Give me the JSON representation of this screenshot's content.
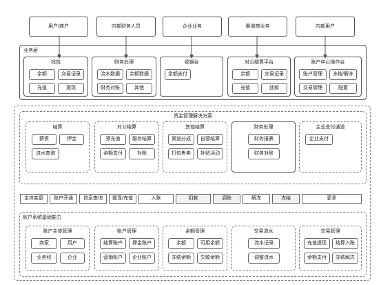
{
  "top_entities": [
    "用户/商户",
    "内部财务人员",
    "企业业务",
    "渠道商业务",
    "内部用户"
  ],
  "business_layer": {
    "label": "业务层",
    "groups": [
      {
        "title": "钱包",
        "items": [
          "余额",
          "交易记录",
          "充值",
          "提现"
        ]
      },
      {
        "title": "财务处理",
        "items": [
          "流水数据",
          "余额数据",
          "财务对账",
          "其他"
        ]
      },
      {
        "title": "收银台",
        "items": [
          "余额支付"
        ]
      },
      {
        "title": "对公结算平台",
        "items": [
          "余额",
          "交易记录",
          "充值",
          "还款"
        ]
      },
      {
        "title": "账户中心操作台",
        "items": [
          "账户管理",
          "冻结/解冻",
          "交易管理",
          "配置"
        ]
      }
    ]
  },
  "solution": {
    "title": "资金管理解决方案",
    "groups": [
      {
        "title": "结算",
        "items": [
          "薪资",
          "押金",
          "流水查询"
        ]
      },
      {
        "title": "对公结算",
        "items": [
          "预充值",
          "服务结算",
          "余额支付",
          "对账"
        ]
      },
      {
        "title": "其他结算",
        "items": [
          "渠道分成",
          "自营结算",
          "打包售卖",
          "补贴活动"
        ]
      },
      {
        "title": "财务处理",
        "items": [
          "财务报表",
          "财务对账"
        ]
      },
      {
        "title": "企业支付通道",
        "items": [
          "企业支付"
        ]
      }
    ]
  },
  "action_bar": [
    "主体变更",
    "账户开通",
    "信息查询",
    "提现/充值",
    "入账",
    "扣款",
    "调账",
    "解冻",
    "冻结",
    "更多"
  ],
  "base_capability": {
    "label": "账户系统基础能力",
    "groups": [
      {
        "title": "账户主体管理",
        "items": [
          "商家",
          "用户",
          "业务线",
          "企业"
        ]
      },
      {
        "title": "账户管理",
        "items": [
          "结算账户",
          "押金账户",
          "营销账户",
          "企业账户"
        ]
      },
      {
        "title": "余额管理",
        "items": [
          "余额",
          "可用余额",
          "冻结余额",
          "欠款余额"
        ]
      },
      {
        "title": "交易流水",
        "items": [
          "流水记录",
          "调整流水"
        ]
      },
      {
        "title": "交易管理",
        "items": [
          "充值提现",
          "结算入账",
          "余额支付",
          "冻结解冻"
        ]
      }
    ]
  }
}
